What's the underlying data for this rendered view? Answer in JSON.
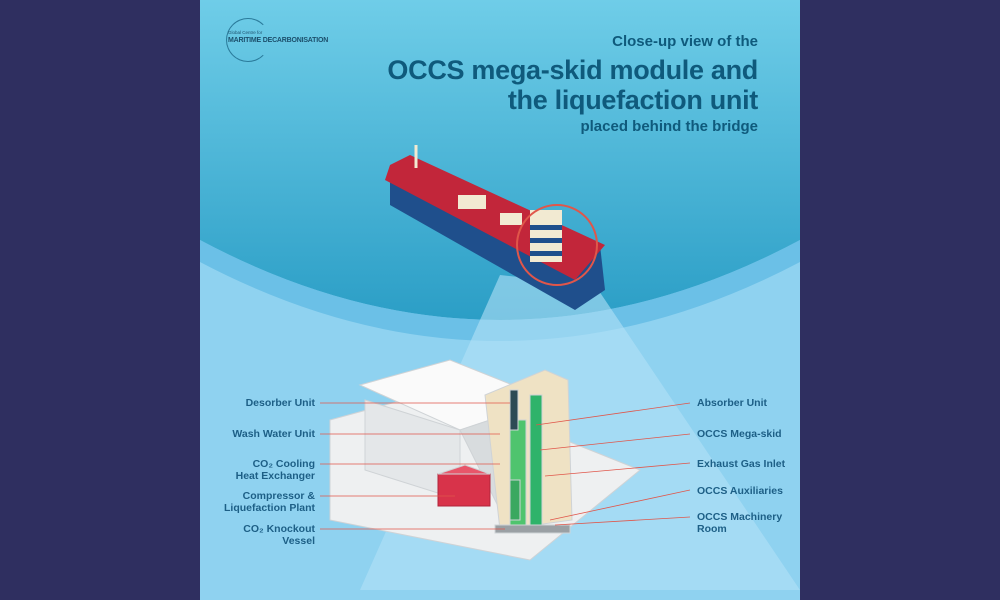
{
  "logo": {
    "small": "Global Centre for",
    "big": "MARITIME DECARBONISATION"
  },
  "title": {
    "line1": "Close-up view of the",
    "line2": "OCCS mega-skid module and",
    "line3": "the liquefaction unit",
    "line4": "placed behind the bridge"
  },
  "labels_left": [
    {
      "line1": "Desorber Unit"
    },
    {
      "line1": "Wash Water Unit"
    },
    {
      "line1": "CO₂ Cooling",
      "line2": "Heat Exchanger"
    },
    {
      "line1": "Compressor &",
      "line2": "Liquefaction Plant"
    },
    {
      "line1": "CO₂ Knockout",
      "line2": "Vessel"
    }
  ],
  "labels_right": [
    {
      "line1": "Absorber Unit"
    },
    {
      "line1": "OCCS Mega-skid"
    },
    {
      "line1": "Exhaust Gas Inlet"
    },
    {
      "line1": "OCCS Auxiliaries"
    },
    {
      "line1": "OCCS Machinery",
      "line2": "Room"
    }
  ],
  "colors": {
    "background": "#2f2f60",
    "sea_top": "#6fcde8",
    "sea_deep": "#2b9ec6",
    "lower": "#8fd2f0",
    "hull": "#c2263a",
    "accent_line": "#e0564a",
    "text": "#1d5f86"
  }
}
